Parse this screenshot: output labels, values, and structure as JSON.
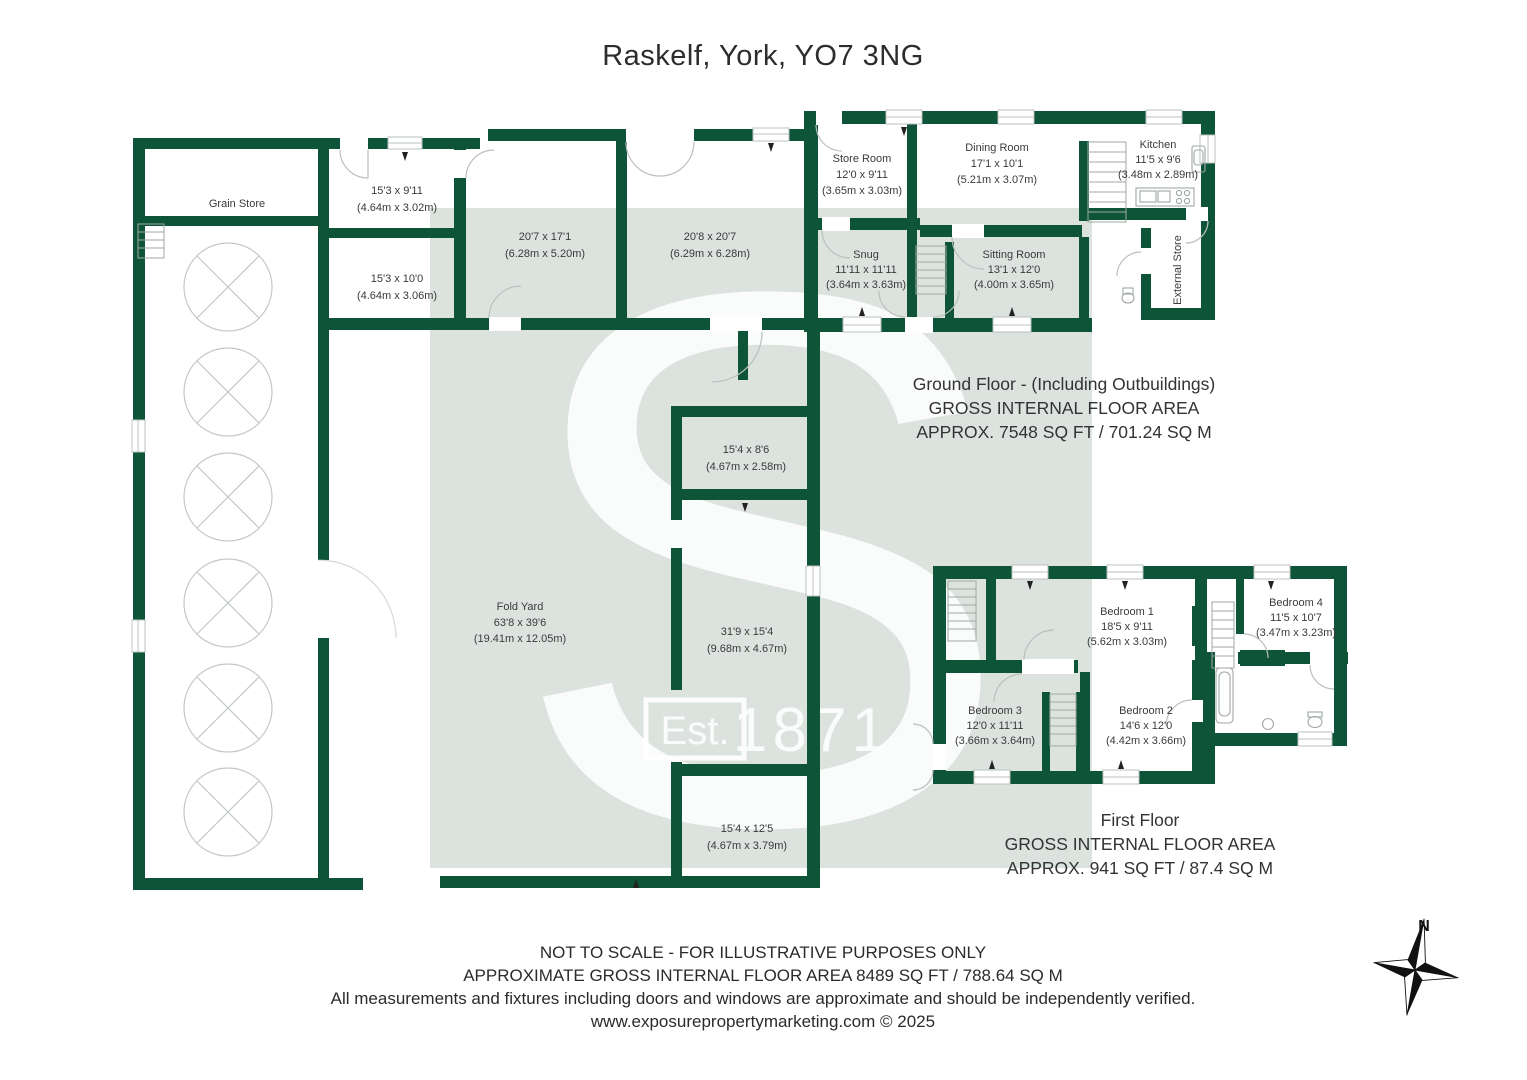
{
  "title": "Raskelf, York, YO7 3NG",
  "colors": {
    "wall": "#0E5439",
    "watermark_bg": "#DCE3DF",
    "fixture": "#B9C0BD",
    "text": "#3A3A3A"
  },
  "watermark": {
    "letter": "S",
    "est": "Est.",
    "year": "1871"
  },
  "compass": {
    "north": "N"
  },
  "rooms": {
    "grain_store": {
      "name": "Grain Store"
    },
    "barn_a": {
      "dims": "15'3 x 9'11",
      "metric": "(4.64m x 3.02m)"
    },
    "barn_b": {
      "dims": "15'3 x 10'0",
      "metric": "(4.64m x 3.06m)"
    },
    "barn_c": {
      "dims": "20'7 x 17'1",
      "metric": "(6.28m x 5.20m)"
    },
    "barn_d": {
      "dims": "20'8 x 20'7",
      "metric": "(6.29m x 6.28m)"
    },
    "store_room": {
      "name": "Store Room",
      "dims": "12'0 x 9'11",
      "metric": "(3.65m x 3.03m)"
    },
    "dining_room": {
      "name": "Dining Room",
      "dims": "17'1 x 10'1",
      "metric": "(5.21m x 3.07m)"
    },
    "kitchen": {
      "name": "Kitchen",
      "dims": "11'5 x 9'6",
      "metric": "(3.48m x 2.89m)"
    },
    "snug": {
      "name": "Snug",
      "dims": "11'11 x 11'11",
      "metric": "(3.64m x 3.63m)"
    },
    "sitting_room": {
      "name": "Sitting Room",
      "dims": "13'1 x 12'0",
      "metric": "(4.00m x 3.65m)"
    },
    "external_store": {
      "name": "External Store"
    },
    "mid_room": {
      "dims": "15'4 x 8'6",
      "metric": "(4.67m x 2.58m)"
    },
    "fold_yard": {
      "name": "Fold Yard",
      "dims": "63'8 x 39'6",
      "metric": "(19.41m x 12.05m)"
    },
    "long_room": {
      "dims": "31'9 x 15'4",
      "metric": "(9.68m x 4.67m)"
    },
    "bottom_room": {
      "dims": "15'4 x 12'5",
      "metric": "(4.67m x 3.79m)"
    },
    "bedroom_1": {
      "name": "Bedroom 1",
      "dims": "18'5 x 9'11",
      "metric": "(5.62m x 3.03m)"
    },
    "bedroom_2": {
      "name": "Bedroom 2",
      "dims": "14'6 x 12'0",
      "metric": "(4.42m x 3.66m)"
    },
    "bedroom_3": {
      "name": "Bedroom 3",
      "dims": "12'0 x 11'11",
      "metric": "(3.66m x 3.64m)"
    },
    "bedroom_4": {
      "name": "Bedroom 4",
      "dims": "11'5 x 10'7",
      "metric": "(3.47m x 3.23m)"
    }
  },
  "ground_summary": {
    "line1": "Ground Floor - (Including Outbuildings)",
    "line2": "GROSS INTERNAL FLOOR AREA",
    "line3": "APPROX. 7548 SQ FT / 701.24 SQ M"
  },
  "first_summary": {
    "line1": "First Floor",
    "line2": "GROSS INTERNAL FLOOR AREA",
    "line3": "APPROX. 941 SQ FT / 87.4 SQ M"
  },
  "footer": {
    "line1": "NOT TO SCALE - FOR ILLUSTRATIVE PURPOSES ONLY",
    "line2": "APPROXIMATE GROSS INTERNAL FLOOR AREA 8489 SQ FT / 788.64 SQ M",
    "line3": "All measurements and fixtures including doors and windows are approximate and should be independently verified.",
    "line4": "www.exposurepropertymarketing.com © 2025"
  }
}
